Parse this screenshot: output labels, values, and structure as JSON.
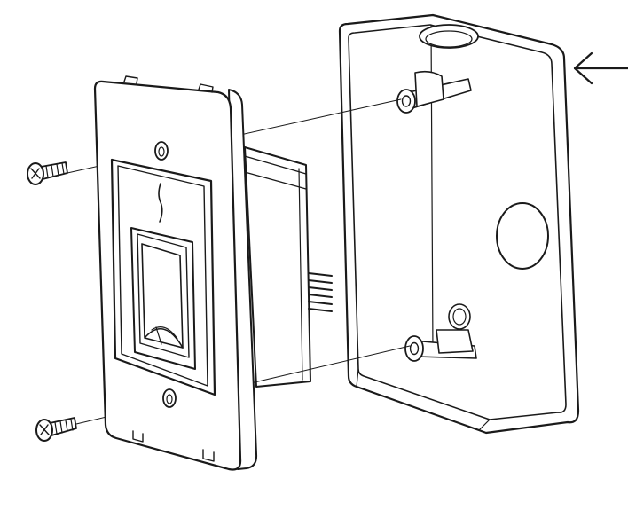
{
  "diagram": {
    "parts": [
      {
        "id": "screw-top",
        "icon": "screw-icon"
      },
      {
        "id": "screw-bottom",
        "icon": "screw-icon"
      },
      {
        "id": "faceplate",
        "icon": "faceplate-icon"
      },
      {
        "id": "fingerprint-sensor",
        "icon": "fingerprint-sensor-icon"
      },
      {
        "id": "reader-module",
        "icon": "module-body-icon"
      },
      {
        "id": "connector-pins",
        "icon": "connector-icon"
      },
      {
        "id": "mounting-box",
        "icon": "junction-box-icon"
      },
      {
        "id": "direction-arrow",
        "icon": "arrow-left-icon"
      }
    ],
    "colors": {
      "line": "#1a1a1a",
      "background": "#ffffff"
    }
  }
}
